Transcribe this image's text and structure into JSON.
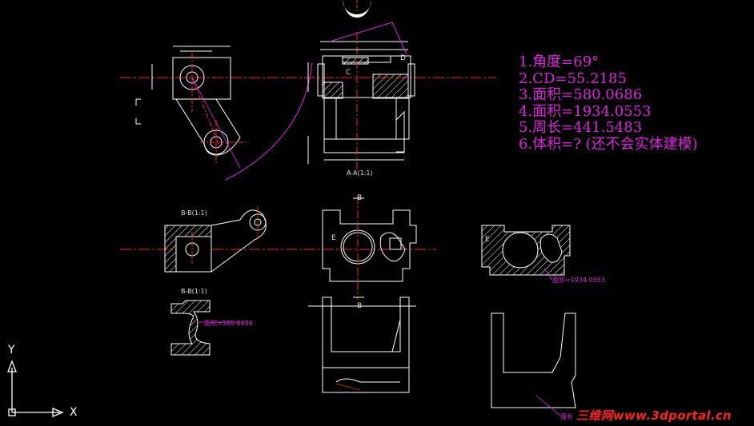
{
  "answers": [
    "1.角度=69°",
    "2.CD=55.2185",
    "3.面积=580.0686",
    "4.面积=1934.0553",
    "5.周长=441.5483",
    "6.体积=? (还不会实体建模)"
  ],
  "labels": {
    "section_aa": "A-A(1:1)",
    "section_bb_1": "B-B(1:1)",
    "section_bb_2": "B-B(1:1)",
    "area_small": "面积=580.0686",
    "area_large": "面积=1934.0553",
    "perimeter": "周长",
    "point_c": "C",
    "point_d": "D",
    "point_e1": "E",
    "point_e2": "E",
    "point_b_top": "B",
    "point_b_bottom": "B"
  },
  "axes": {
    "x": "X",
    "y": "Y"
  },
  "watermark": "三维网www.3dportal.cn",
  "colors": {
    "background": "#000000",
    "geometry": "#ffffff",
    "centerline": "#ff2030",
    "annotation": "#e020e0",
    "hatch": "#ffffff"
  }
}
